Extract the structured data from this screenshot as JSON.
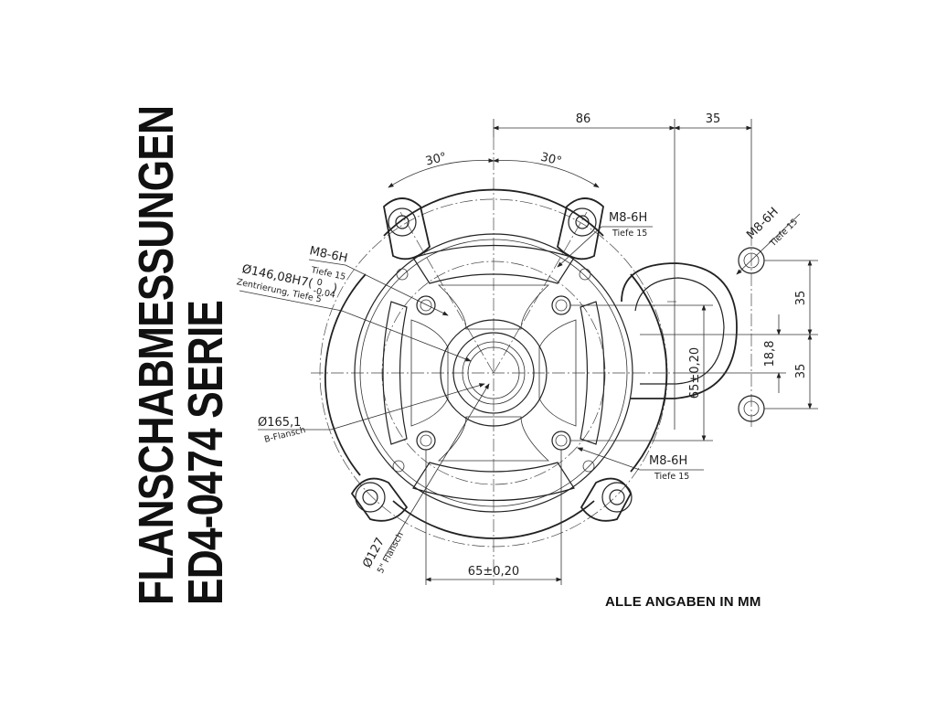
{
  "title": {
    "line1": "FLANSCHABMESSUNGEN",
    "line2": "ED4-0474 SERIE"
  },
  "footer_note": "ALLE ANGABEN IN MM",
  "dimensions": {
    "top_86": "86",
    "top_35": "35",
    "angle_left": "30°",
    "angle_right": "30°",
    "thread_top": "M8-6H",
    "thread_top_depth": "Tiefe 15",
    "thread_right": "M8-6H",
    "thread_right_depth": "Tiefe 15",
    "thread_left": "M8-6H",
    "thread_left_depth": "Tiefe 15",
    "centering_diameter": "Ø146,08H7(",
    "centering_tolerance_upper": "0",
    "centering_tolerance_lower": "-0,04",
    "centering_close": ")",
    "centering_note": "Zentrierung, Tiefe 5",
    "flange_b_diameter": "Ø165,1",
    "flange_b_note": "B-Flansch",
    "thread_bottom": "M8-6H",
    "thread_bottom_depth": "Tiefe 15",
    "flange_5_diameter": "Ø127",
    "flange_5_note": "5\" Flansch",
    "bottom_spacing": "65±0,20",
    "right_vertical_spacing": "65±0,20",
    "right_35_upper": "35",
    "right_18_8": "18,8",
    "right_35_lower": "35"
  }
}
